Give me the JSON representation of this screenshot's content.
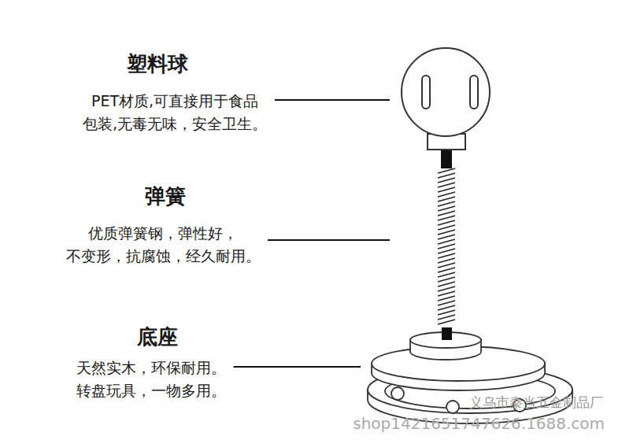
{
  "diagram": {
    "labels": [
      "塑料球",
      "PET材质,可直接用于食品 包装,无毒无味，安全卫生。",
      "弹簧",
      "优质弹簧钢，弹性好， 不变形，抗腐蚀，经久耐用。",
      "底座",
      "天然实木，环保耐用。 转盘玩具，一物多用。",
      "义乌市秦当五金制品厂",
      "shop1421651747626.1688.com"
    ]
  }
}
